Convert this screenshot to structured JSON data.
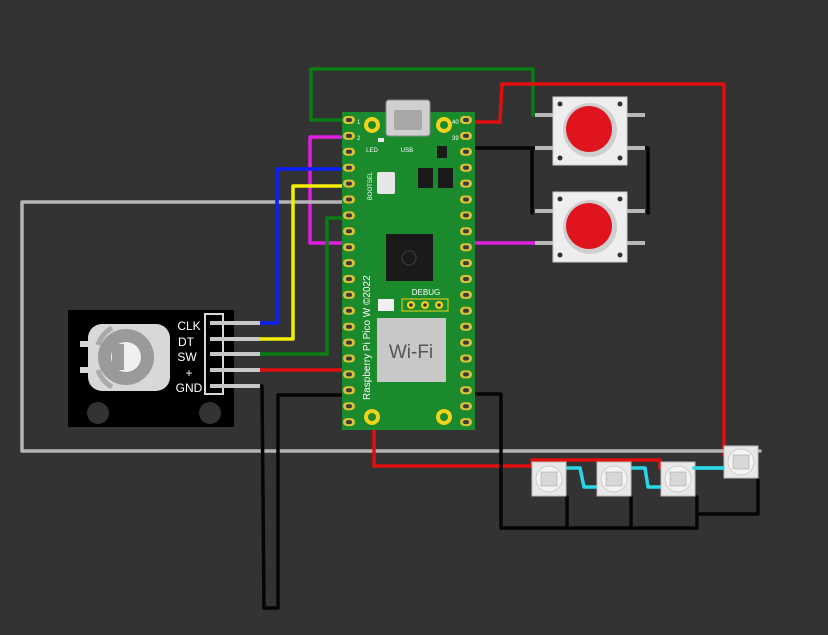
{
  "encoder": {
    "pins": [
      "CLK",
      "DT",
      "SW",
      "+",
      "GND"
    ]
  },
  "pico": {
    "model_label": "Raspberry Pi Pico W ©2022",
    "wifi_label": "Wi-Fi",
    "debug_label": "DEBUG",
    "usb_label": "USB",
    "led_label": "LED",
    "bootsel_label": "BOOTSEL",
    "pin_1": "1",
    "pin_2": "2",
    "pin_39": "39",
    "pin_40": "40"
  },
  "colors": {
    "background": "#333333",
    "board": "#1a8a2c",
    "wire_red": "#e01010",
    "wire_black": "#050505",
    "wire_green": "#0a7d14",
    "wire_blue": "#0a1eff",
    "wire_yellow": "#f5f000",
    "wire_magenta": "#e020e0",
    "wire_gray": "#b4b4b4",
    "wire_cyan": "#2ad6e6",
    "button_cap": "#e0141e"
  },
  "buttons": [
    {
      "id": "btn-top"
    },
    {
      "id": "btn-bottom"
    }
  ],
  "neopixels": [
    {
      "id": "px1"
    },
    {
      "id": "px2"
    },
    {
      "id": "px3"
    },
    {
      "id": "px4"
    }
  ]
}
